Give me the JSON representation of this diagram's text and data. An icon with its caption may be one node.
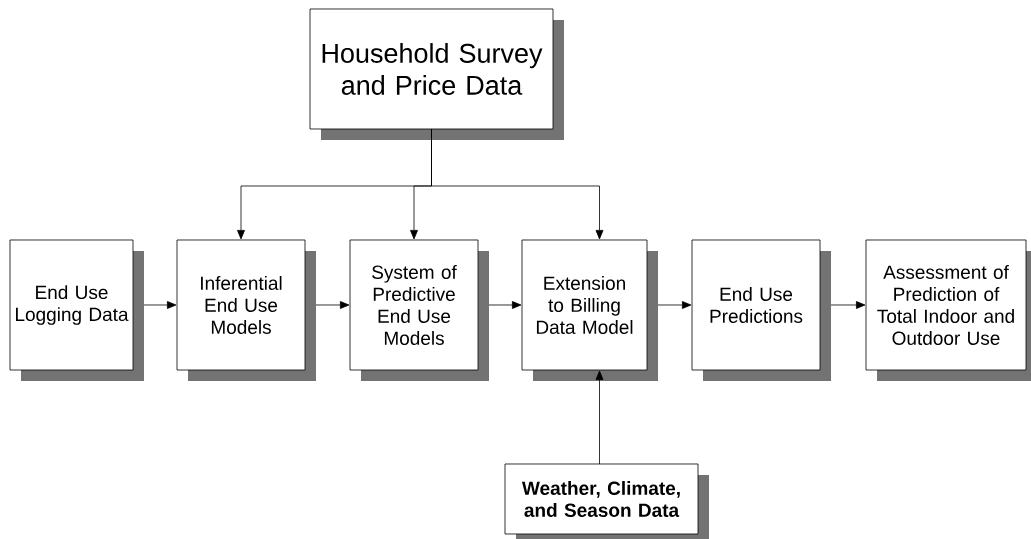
{
  "diagram": {
    "nodes": [
      {
        "text": [
          "Household Survey and Price Data"
        ]
      },
      {
        "text": [
          "End Use Logging Data"
        ]
      },
      {
        "text": [
          "Inferential End Use Models"
        ]
      },
      {
        "text": [
          "System of Predictive End Use Models"
        ]
      },
      {
        "text": [
          "Extension to Billing Data Model"
        ]
      },
      {
        "text": [
          "End Use Predictions"
        ]
      },
      {
        "text": [
          "Assessment of Prediction of Total Indoor and Outdoor Use"
        ]
      },
      {
        "text": [
          "Weather, Climate, and Season Data"
        ]
      }
    ],
    "edges": [
      {
        "from": 0,
        "to": 2,
        "arrow": "to"
      },
      {
        "from": 0,
        "to": 3,
        "arrow": "to"
      },
      {
        "from": 0,
        "to": 4,
        "arrow": "to"
      },
      {
        "from": 1,
        "to": 2,
        "arrow": "to"
      },
      {
        "from": 2,
        "to": 3,
        "arrow": "to"
      },
      {
        "from": 3,
        "to": 4,
        "arrow": "to"
      },
      {
        "from": 4,
        "to": 5,
        "arrow": "to"
      },
      {
        "from": 5,
        "to": 6,
        "arrow": "to"
      },
      {
        "from": 7,
        "to": 4,
        "arrow": "to"
      }
    ]
  }
}
